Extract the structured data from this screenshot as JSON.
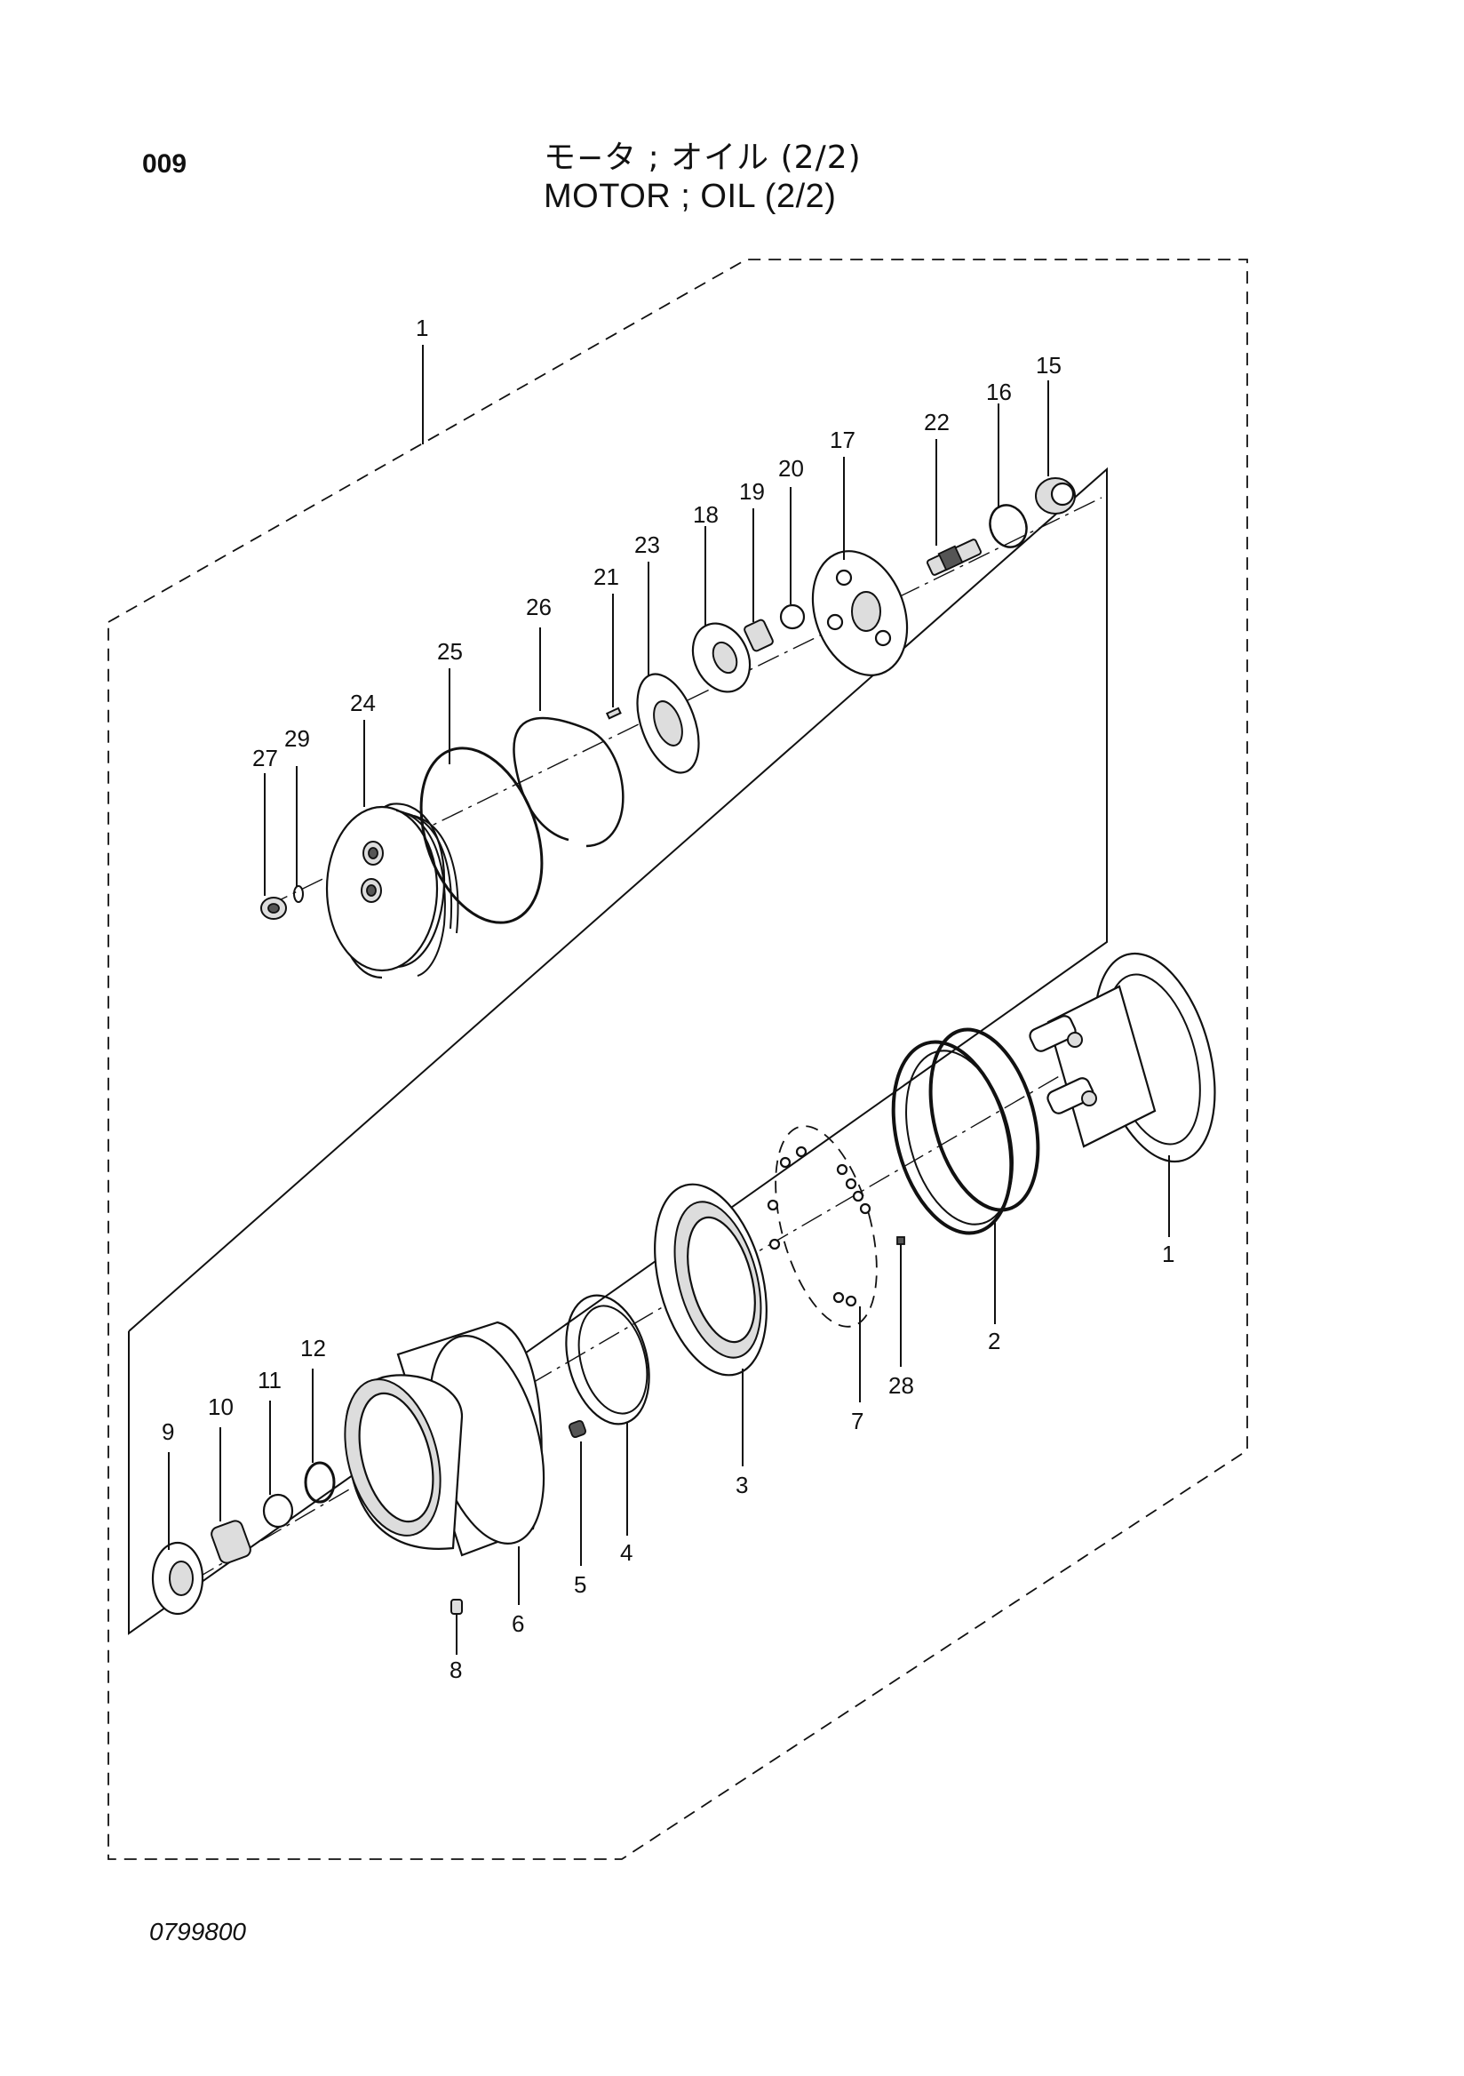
{
  "header": {
    "page_number": "009",
    "title_jp": "モ−タ ; オイル (2/2)",
    "title_en": "MOTOR ; OIL (2/2)"
  },
  "footer": {
    "drawing_number": "0799800"
  },
  "callouts": {
    "c1_top": "1",
    "c1": "1",
    "c2": "2",
    "c3": "3",
    "c4": "4",
    "c5": "5",
    "c6": "6",
    "c7": "7",
    "c8": "8",
    "c9": "9",
    "c10": "10",
    "c11": "11",
    "c12": "12",
    "c15": "15",
    "c16": "16",
    "c17": "17",
    "c18": "18",
    "c19": "19",
    "c20": "20",
    "c21": "21",
    "c22": "22",
    "c23": "23",
    "c24": "24",
    "c25": "25",
    "c26": "26",
    "c27": "27",
    "c28": "28",
    "c29": "29"
  }
}
